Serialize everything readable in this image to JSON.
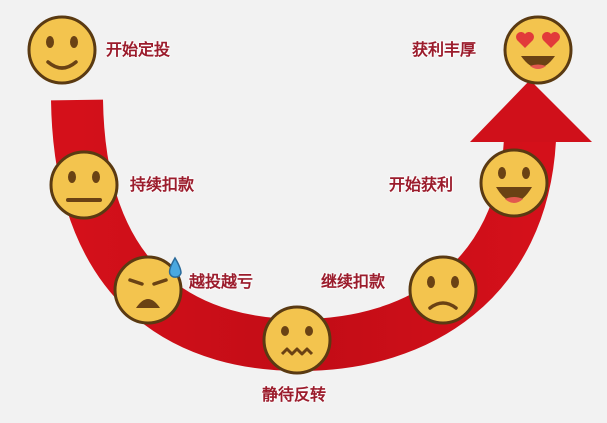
{
  "colors": {
    "band": "#d0101a",
    "face": "#f3c44e",
    "outline": "#5a3a12",
    "label": "#9b1c2c",
    "background": "#f2f2f2"
  },
  "stages": [
    {
      "label": "开始定投",
      "icon": "slight-smile-face-icon"
    },
    {
      "label": "持续扣款",
      "icon": "neutral-face-icon"
    },
    {
      "label": "越投越亏",
      "icon": "sad-sweat-face-icon"
    },
    {
      "label": "静待反转",
      "icon": "confounded-face-icon"
    },
    {
      "label": "继续扣款",
      "icon": "frown-face-icon"
    },
    {
      "label": "开始获利",
      "icon": "grin-face-icon"
    },
    {
      "label": "获利丰厚",
      "icon": "heart-eyes-face-icon"
    }
  ]
}
